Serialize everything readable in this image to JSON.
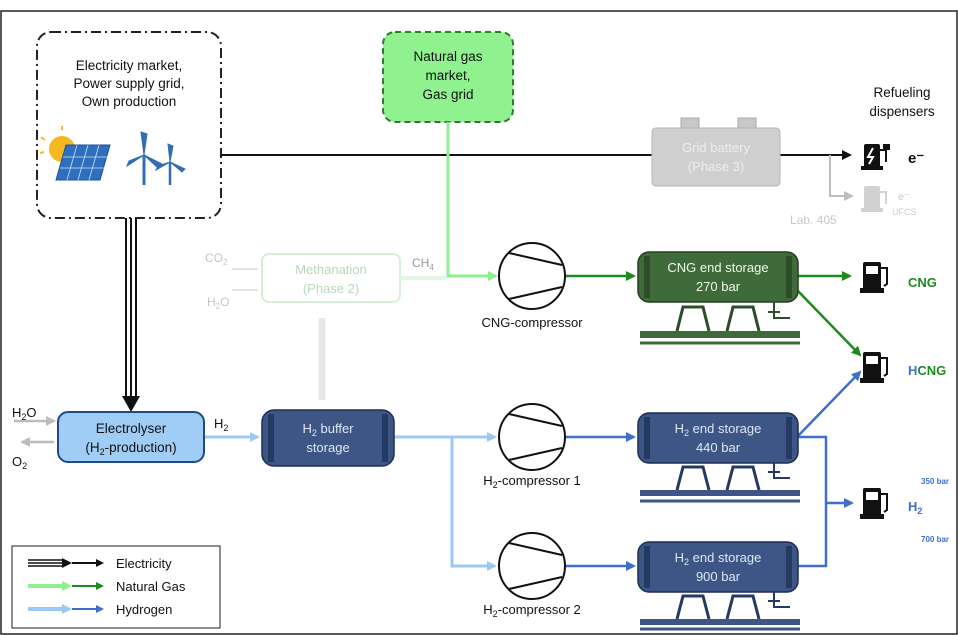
{
  "sources": {
    "electricity": [
      "Electricity market,",
      "Power supply grid,",
      "Own production"
    ],
    "natural_gas": [
      "Natural gas",
      "market,",
      "Gas grid"
    ]
  },
  "refueling": {
    "title": [
      "Refueling",
      "dispensers"
    ]
  },
  "battery": {
    "line1": "Grid battery",
    "line2": "(Phase 3)"
  },
  "lab": "Lab. 405",
  "methanation": {
    "line1": "Methanation",
    "line2": "(Phase 2)",
    "co2": "CO",
    "co2_sub": "2",
    "h2o": "H",
    "h2o_sub": "2",
    "h2o_tail": "O",
    "ch4": "CH",
    "ch4_sub": "4"
  },
  "electrolyser": {
    "line1": "Electrolyser",
    "line2_pre": "(H",
    "line2_sub": "2",
    "line2_post": "-production)",
    "in_h2o": "H",
    "in_h2o_sub": "2",
    "in_h2o_tail": "O",
    "out_o2": "O",
    "out_o2_sub": "2",
    "out_h2": "H",
    "out_h2_sub": "2"
  },
  "buffer": {
    "line1_pre": "H",
    "line1_sub": "2",
    "line1_post": " buffer",
    "line2": "storage"
  },
  "compressors": {
    "cng": "CNG-compressor",
    "h2_1_pre": "H",
    "h2_1_sub": "2",
    "h2_1_post": "-compressor 1",
    "h2_2_pre": "H",
    "h2_2_sub": "2",
    "h2_2_post": "-compressor 2"
  },
  "storages": {
    "cng": {
      "line1": "CNG end storage",
      "line2": "270 bar"
    },
    "h2_440": {
      "line1_pre": "H",
      "line1_sub": "2",
      "line1_post": " end storage",
      "line2": "440 bar"
    },
    "h2_900": {
      "line1_pre": "H",
      "line1_sub": "2",
      "line1_post": " end storage",
      "line2": "900 bar"
    }
  },
  "dispensers": {
    "e": "e⁻",
    "e_ufcs": "e⁻",
    "ufcs": "UFCS",
    "cng": "CNG",
    "hcng_h": "H",
    "hcng_cng": "CNG",
    "h2": "H",
    "h2_sub": "2",
    "p350": "350 bar",
    "p700": "700 bar"
  },
  "legend": [
    {
      "label": "Electricity",
      "color": "#111111"
    },
    {
      "label": "Natural Gas",
      "color": "#1e8a1e"
    },
    {
      "label": "Hydrogen",
      "color": "#3f6fc8"
    }
  ],
  "colors": {
    "electricity": "#111111",
    "gas_light": "#8fef8f",
    "gas_dark": "#1e8a1e",
    "h2_light": "#9cc8f2",
    "h2_dark": "#3f6fc8",
    "storage_dark_blue": "#3d5685",
    "storage_dark_green": "#3f6b3a",
    "electrolyser_fill": "#9fcdf5"
  }
}
